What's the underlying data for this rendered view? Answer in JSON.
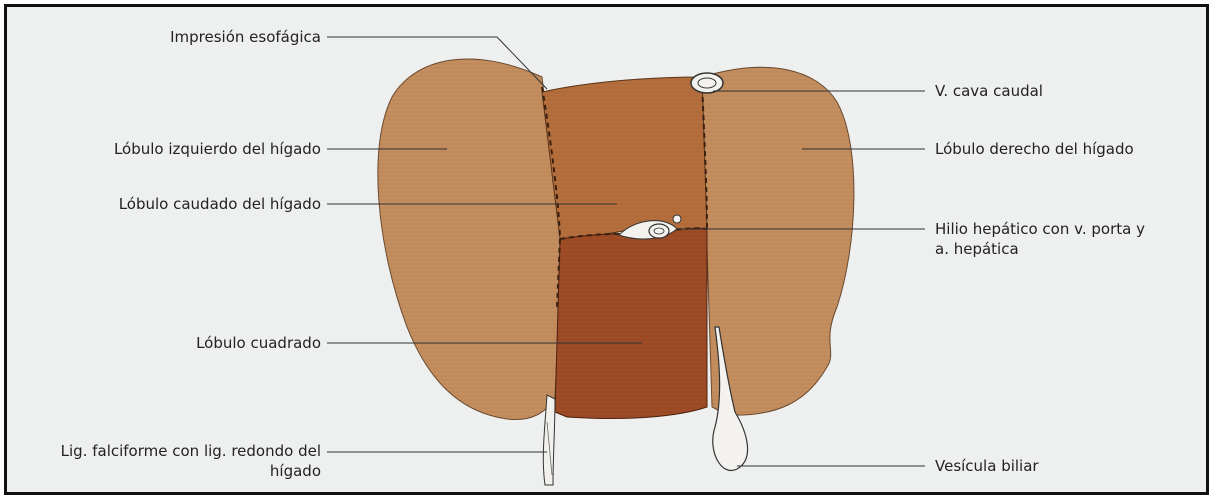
{
  "labels": {
    "impresion_esofagica": "Impresión esofágica",
    "lobulo_izquierdo": "Lóbulo izquierdo del hígado",
    "lobulo_caudado": "Lóbulo caudado del hígado",
    "lobulo_cuadrado": "Lóbulo cuadrado",
    "lig_falciforme_line1": "Lig. falciforme con lig. redondo del",
    "lig_falciforme_line2": "hígado",
    "v_cava_caudal": "V. cava caudal",
    "lobulo_derecho": "Lóbulo derecho del hígado",
    "hilio_line1": "Hilio hepático con v. porta y",
    "hilio_line2": "a. hepática",
    "vesicula_biliar": "Vesícula biliar"
  },
  "colors": {
    "lateral_lobes": "#c48e5e",
    "caudate_lobe": "#b56e3c",
    "quadrate_lobe": "#9e4b26",
    "background": "#eef0ef",
    "leader_line": "#333333"
  }
}
